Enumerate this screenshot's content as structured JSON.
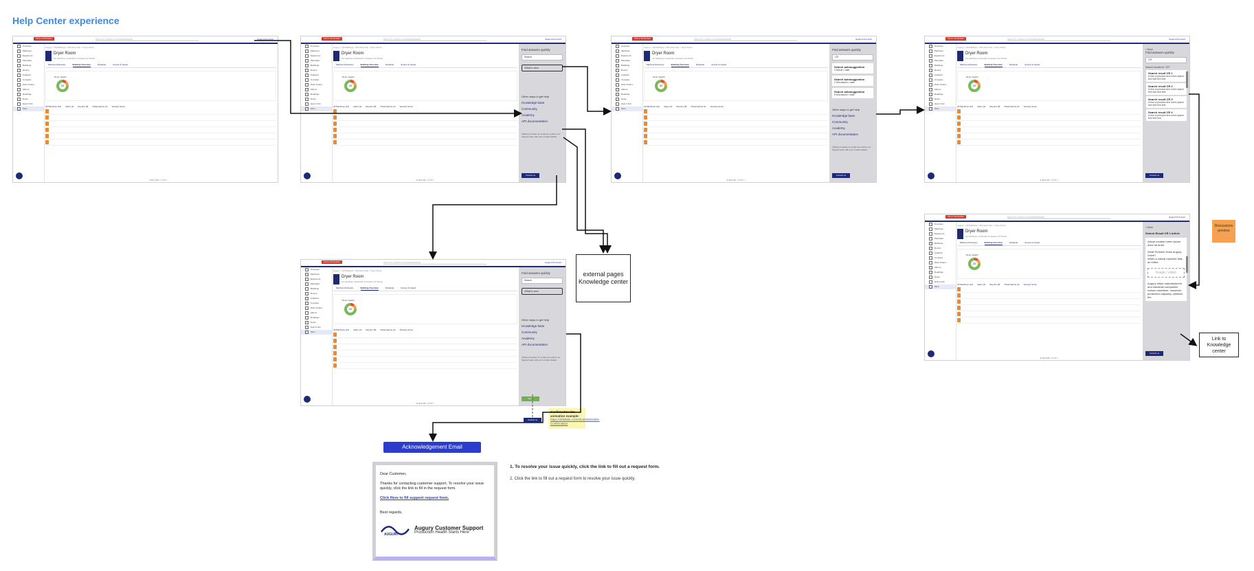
{
  "page_title": "Help Center experience",
  "app": {
    "alert_label": "Find a Technician!",
    "search_placeholder": "Search by machine name/building/facility",
    "support_label": "Support",
    "user_label": "M.A.Gutz",
    "breadcrumb": "Augury > All Buildings > Wrenston Site > Dryer Room",
    "room_name": "Dryer Room",
    "room_sub": "41 machines monitored | 6 Assets | 47 Points",
    "tabs": [
      "Machine Dictionary",
      "Building Overview",
      "Schedule",
      "Scores & Impact"
    ],
    "health_label": "Room Health",
    "health_value": "22",
    "filters": [
      "All Machines (12)",
      "Alerts (4)",
      "Reports (8)",
      "Observations (4)",
      "Severity Score"
    ],
    "pager": "1-10 of 23   < 1 2 3 >",
    "sidebar": [
      "Overview",
      "Machines",
      "Equipment",
      "Plantwide",
      "Buildings",
      "Rooms",
      "Analytics",
      "Compare",
      "Work Orders",
      "Alarms",
      "Readings",
      "Notes",
      "Help & Info",
      "More"
    ]
  },
  "panel": {
    "heading": "Find answers quickly",
    "search_placeholder": "Search",
    "whats_new": "What's new",
    "other_heading": "Other ways to get help",
    "links": [
      "Knowledge base",
      "Community",
      "Academy",
      "API documentation"
    ],
    "note": "Clicking 'Contact us' sends an email to our Support team with your contact details.",
    "contact_button": "Contact us",
    "send_button": "Send",
    "autosuggest_query": "CR",
    "autosuggestions": [
      {
        "title": "Search autosuggestion",
        "sub": "3 Article • date"
      },
      {
        "title": "Search autosuggestion",
        "sub": "2 Discussion • date"
      },
      {
        "title": "Search autosuggestion",
        "sub": "5 Discussion • date"
      }
    ],
    "back_label": "< Back",
    "results_query": "CR",
    "results_heading": "Search results for \"CR\"",
    "results": [
      {
        "title": "Search result CR 1",
        "sub": "A line of preview text lorem ipsum text text text text"
      },
      {
        "title": "Search result CR 2",
        "sub": "A line of preview text lorem ipsum text text text text"
      },
      {
        "title": "Search result CR 3",
        "sub": "A line of preview text lorem ipsum text text text text"
      },
      {
        "title": "Search result CR 4",
        "sub": "A line of preview text lorem ipsum text text text"
      }
    ],
    "article_title": "Search Result CR 1 article",
    "article_intro": "Article content lorem ipsum dolor sit amet.",
    "article_q": "What Problem Does Augury Solve?",
    "article_q_body": "When a critical machine fails, an entire",
    "article_image": "Image / video",
    "article_body": "Augury helps manufacturers and industrial companies reduce downtime, maximize production capacity, optimize the"
  },
  "annotations": {
    "external_pages": "external pages Knowledge center",
    "link_to_knowledge": "Link to Knowledge center",
    "discussions_preview": "Discussions preview",
    "confirmation_title": "Confirmation bts animation example:",
    "confirmation_link": "https://dribbble.com/shots/6091669-Confirmation"
  },
  "ack_email_label": "Acknowledgement Email",
  "email": {
    "greeting": "Dear Customer,",
    "body": "Thanks for contacting customer support. To resolve your issue quickly, click the link to fill in the request form.",
    "link": "Click Here to fill support request form.",
    "closing": "Best regards,",
    "sig_name": "Augury Customer Support",
    "sig_tag": "Production Health Starts Here",
    "logo_text": "AUGURY"
  },
  "notes": {
    "n1": "1. To resolve your issue quickly, click the link to fill out a request form.",
    "n2": "2. Click the link to fill out a request form to resolve your issue quickly."
  },
  "colors": {
    "brand": "#1f2a77",
    "accent": "#2c3ccf",
    "title": "#3f8ae0",
    "alert": "#d23b2f",
    "send": "#6fb04f"
  }
}
